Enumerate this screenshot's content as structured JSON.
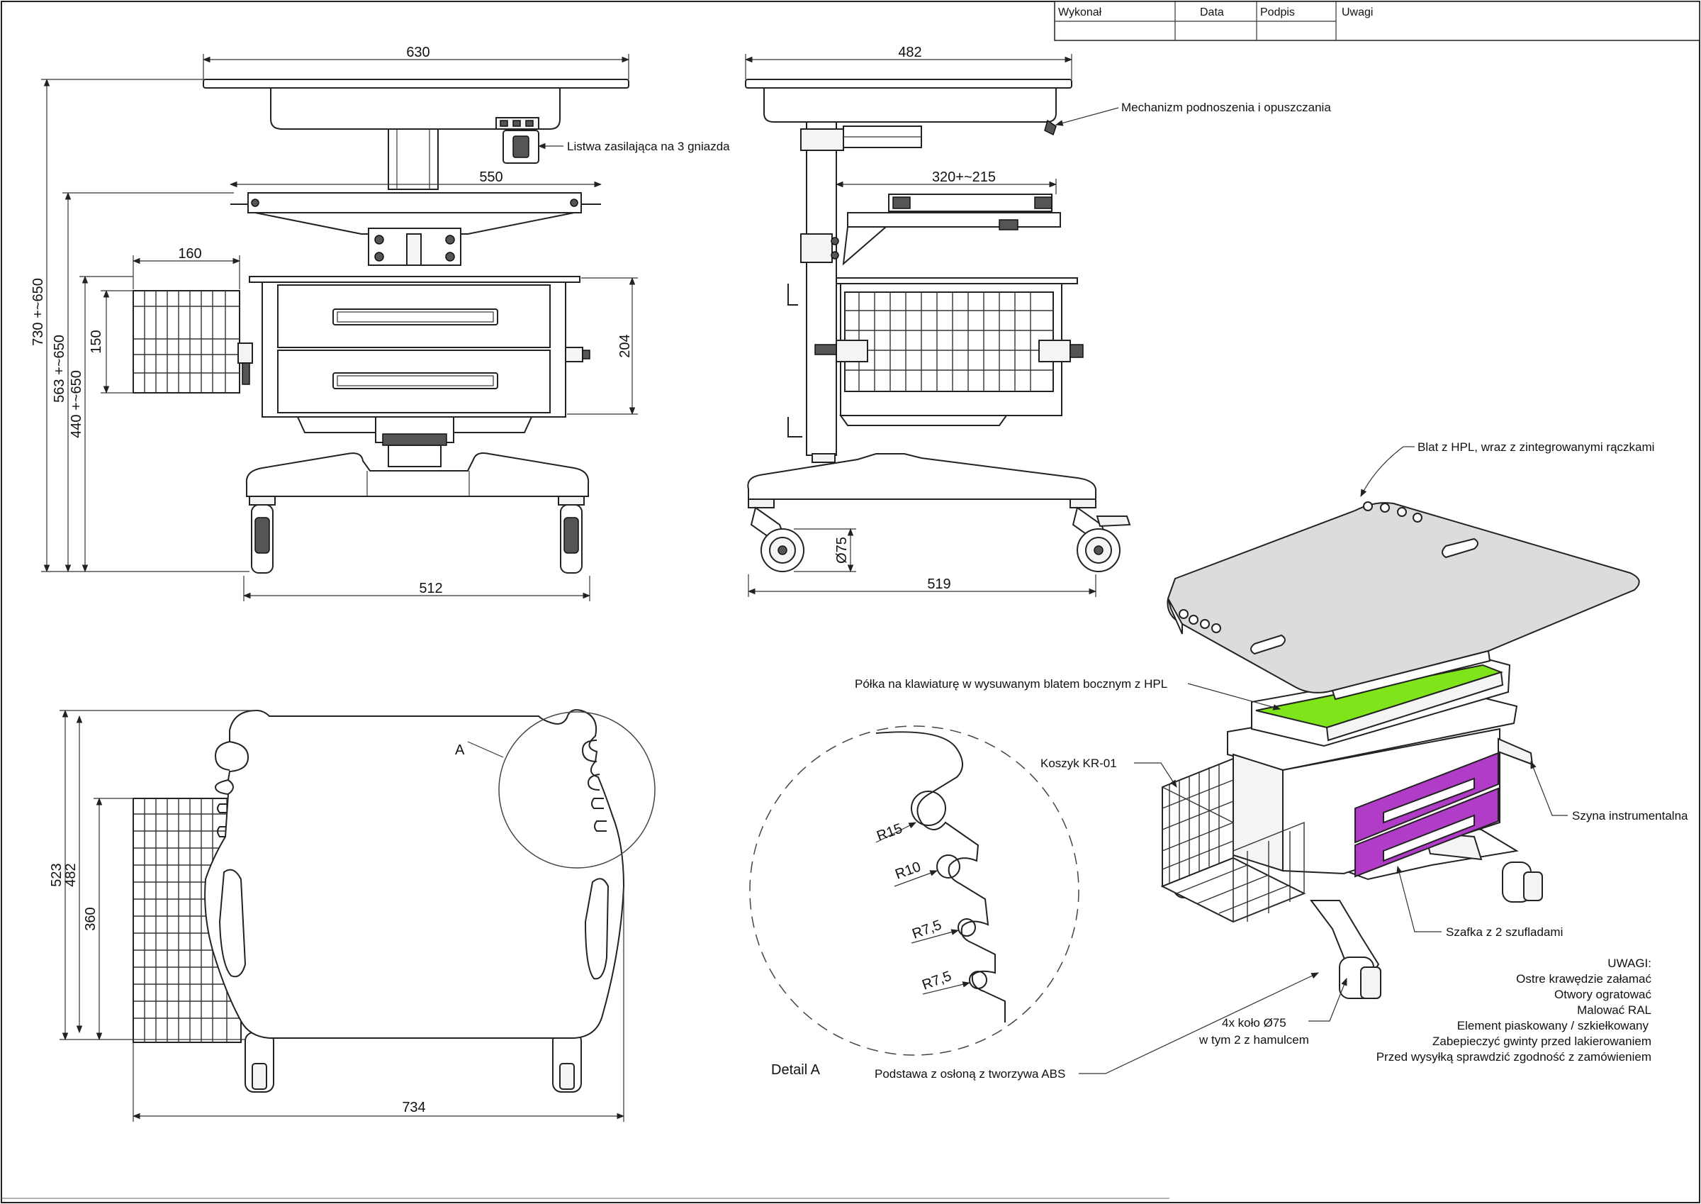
{
  "title_block": {
    "col1": "Wykonał",
    "col2": "Data",
    "col3": "Podpis",
    "col4": "Uwagi"
  },
  "front_view": {
    "dim_top_width": "630",
    "dim_tray_width": "550",
    "dim_basket_width": "160",
    "dim_basket_height": "150",
    "dim_cabinet_height": "204",
    "dim_base_width": "512",
    "dim_total_height": "730 +~650",
    "dim_tray_height": "563 +~650",
    "dim_cabinet_top_height": "440 +~650",
    "label_power_strip": "Listwa zasilająca na 3 gniazda"
  },
  "side_view": {
    "dim_top_depth": "482",
    "dim_tray_extension": "320+~215",
    "dim_wheel": "Ø75",
    "dim_base_depth": "519",
    "label_mechanism": "Mechanizm podnoszenia i opuszczania"
  },
  "top_view": {
    "dim_total_depth": "523",
    "dim_top_depth": "482",
    "dim_basket_depth": "360",
    "dim_total_width": "734",
    "detail_marker": "A"
  },
  "detail_a": {
    "title": "Detail A",
    "radii": [
      "R15",
      "R10",
      "R7,5",
      "R7,5"
    ]
  },
  "iso_view": {
    "label_top": "Blat z HPL, wraz z zintegrowanymi rączkami",
    "label_keyboard": "Półka na klawiaturę w wysuwanym blatem bocznym z HPL",
    "label_basket": "Koszyk KR-01",
    "label_rail": "Szyna instrumentalna",
    "label_cabinet": "Szafka z 2 szufladami",
    "label_wheels_1": "4x koło Ø75",
    "label_wheels_2": "w tym 2 z hamulcem",
    "label_base": "Podstawa z osłoną z tworzywa ABS"
  },
  "notes": {
    "heading": "UWAGI:",
    "lines": [
      "Ostre krawędzie załamać",
      "Otwory ogratować",
      "Malować RAL",
      "Element piaskowany / szkiełkowany",
      "Zabepieczyć gwinty przed lakierowaniem",
      "Przed wysyłką sprawdzić zgodność z zamówieniem"
    ]
  },
  "colors": {
    "keyboard_shelf": "#7fe51a",
    "drawers": "#b03cc8",
    "line": "#222222"
  }
}
